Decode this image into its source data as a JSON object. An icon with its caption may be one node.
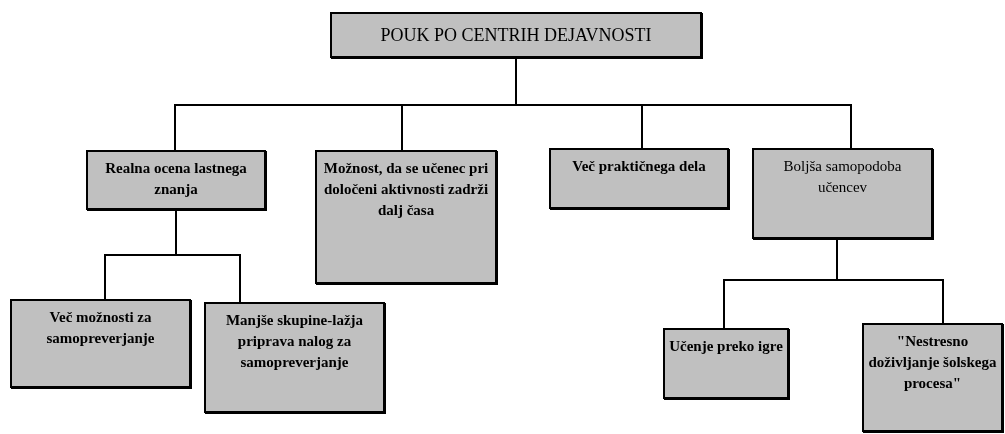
{
  "diagram": {
    "nodes": [
      {
        "text": [
          "POUK PO CENTRIH DEJAVNOSTI"
        ]
      },
      {
        "text": [
          "Realna ocena lastnega znanja"
        ]
      },
      {
        "text": [
          "Možnost, da se učenec pri določeni aktivnosti zadrži dalj časa"
        ]
      },
      {
        "text": [
          "Več praktičnega dela"
        ]
      },
      {
        "text": [
          "Boljša samopodoba učencev"
        ]
      },
      {
        "text": [
          "Več možnosti za samopreverjanje"
        ]
      },
      {
        "text": [
          "Manjše skupine-lažja priprava nalog za samopreverjanje"
        ]
      },
      {
        "text": [
          "Učenje preko igre"
        ]
      },
      {
        "text": [
          "\"Nestresno doživljanje šolskega procesa\""
        ]
      }
    ],
    "edges": [
      {
        "from": 0,
        "to": 1,
        "arrow": "none"
      },
      {
        "from": 0,
        "to": 2,
        "arrow": "none"
      },
      {
        "from": 0,
        "to": 3,
        "arrow": "none"
      },
      {
        "from": 0,
        "to": 4,
        "arrow": "none"
      },
      {
        "from": 1,
        "to": 5,
        "arrow": "none"
      },
      {
        "from": 1,
        "to": 6,
        "arrow": "none"
      },
      {
        "from": 4,
        "to": 7,
        "arrow": "none"
      },
      {
        "from": 4,
        "to": 8,
        "arrow": "none"
      }
    ]
  }
}
